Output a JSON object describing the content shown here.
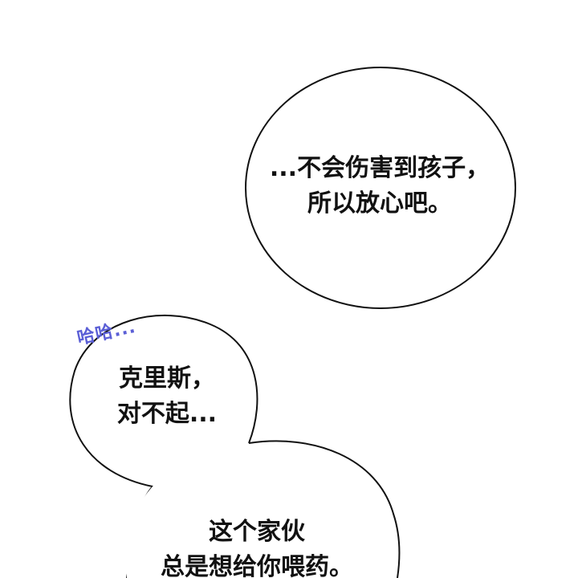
{
  "sfx": {
    "text": "哈哈...",
    "color": "#5b5fd6"
  },
  "bubbles": [
    {
      "lines": [
        "...不会伤害到孩子，",
        "所以放心吧。"
      ]
    },
    {
      "lines": [
        "克里斯，",
        "对不起..."
      ]
    },
    {
      "lines": [
        "这个家伙",
        "总是想给你喂药。"
      ]
    }
  ]
}
